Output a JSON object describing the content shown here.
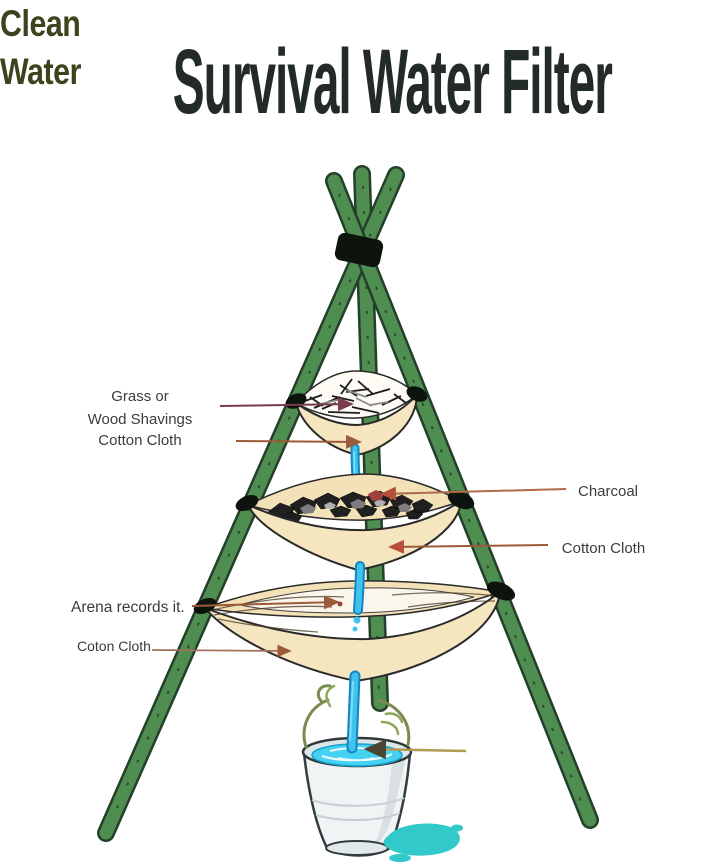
{
  "title": "Survival Water Filter",
  "labels": {
    "grass": "Grass or\nWood Shavings",
    "cotton_top": "Cotton Cloth",
    "charcoal": "Charcoal",
    "cotton_mid": "Cotton Cloth",
    "sand": "Arena records it.",
    "cotton_bottom": "Coton Cloth",
    "clean_water": "Clean\nWater"
  },
  "colors": {
    "background": "#ffffff",
    "title_color": "#232b27",
    "label_color": "#3c3c3c",
    "clean_water_color": "#3f431d",
    "pole_green": "#4f8d51",
    "pole_outline": "#24402a",
    "lashing_black": "#0d140e",
    "cloth_cream": "#f6e6bf",
    "cloth_back": "#f3e2b8",
    "outline_dark": "#2a2a2a",
    "charcoal_dark": "#202020",
    "water_blue_deep": "#1486c2",
    "water_cyan": "#3fc3ee",
    "puddle_teal": "#31c9c9",
    "bucket_body": "#f0f4f5",
    "bucket_rim": "#dde6e8",
    "bucket_water": "#45d2f2",
    "arrow_maroon": "#7a3b4d",
    "arrow_brown": "#9c5b38",
    "arrow_red": "#b5503a",
    "arrow_olive_line": "#b29a52",
    "arrow_olive_head": "#4a4631",
    "handle_olive": "#7b8b4f"
  }
}
